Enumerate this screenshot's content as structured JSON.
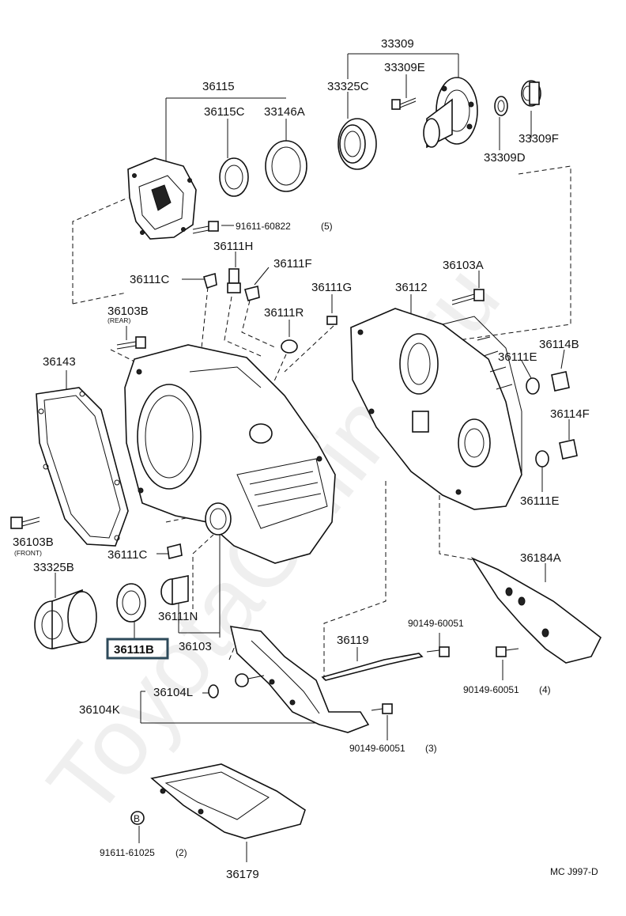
{
  "diagram_code": "MC J997-D",
  "watermark": "ToyotaOnline.ru",
  "highlighted_part": "36111B",
  "parts": {
    "p33309": "33309",
    "p33309E": "33309E",
    "p33325C": "33325C",
    "p33309F": "33309F",
    "p33309D": "33309D",
    "p36115": "36115",
    "p36115C": "36115C",
    "p33146A": "33146A",
    "p91611_60822": "91611-60822",
    "p91611_60822_qty": "(5)",
    "p36111H": "36111H",
    "p36111F": "36111F",
    "p36111C_top": "36111C",
    "p36103A": "36103A",
    "p36111G": "36111G",
    "p36112": "36112",
    "p36103B_rear": "36103B",
    "rear_note": "(REAR)",
    "p36111R": "36111R",
    "p36143": "36143",
    "p36114B": "36114B",
    "p36111E_top": "36111E",
    "p36114F": "36114F",
    "p36111E_bottom": "36111E",
    "p36103B_front": "36103B",
    "front_note": "(FRONT)",
    "p36111C_bottom": "36111C",
    "p36184A": "36184A",
    "p33325B": "33325B",
    "p36111N": "36111N",
    "p90149_60051_a": "90149-60051",
    "p36111B": "36111B",
    "p36103": "36103",
    "p36119": "36119",
    "p90149_60051_b": "90149-60051",
    "p90149_60051_b_qty": "(4)",
    "p36104L": "36104L",
    "p36104K": "36104K",
    "p90149_60051_c": "90149-60051",
    "p90149_60051_c_qty": "(3)",
    "p91611_61025": "91611-61025",
    "p91611_61025_qty": "(2)",
    "p36179": "36179",
    "circle_B": "B"
  }
}
